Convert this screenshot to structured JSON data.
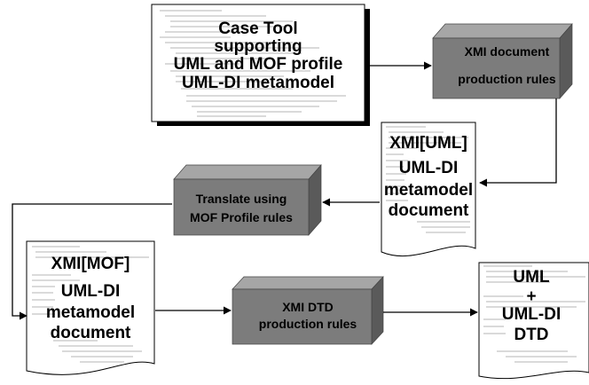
{
  "nodes": {
    "case_tool": [
      "Case Tool",
      "supporting",
      "UML and MOF profile",
      "UML-DI metamodel"
    ],
    "xmi_doc_rules": [
      "XMI document",
      "production rules"
    ],
    "xmi_uml_doc": [
      "XMI[UML]",
      "UML-DI",
      "metamodel",
      "document"
    ],
    "translate": [
      "Translate using",
      "MOF Profile rules"
    ],
    "xmi_mof_doc": [
      "XMI[MOF]",
      "UML-DI",
      "metamodel",
      "document"
    ],
    "xmi_dtd_rules": [
      "XMI DTD",
      "production rules"
    ],
    "uml_dtd": [
      "UML",
      "+",
      "UML-DI",
      "DTD"
    ]
  },
  "colors": {
    "box_front": "#7c7c7c",
    "box_top": "#a6a6a6",
    "box_side": "#5a5a5a",
    "paper": "#ffffff",
    "lines": "#000000"
  }
}
